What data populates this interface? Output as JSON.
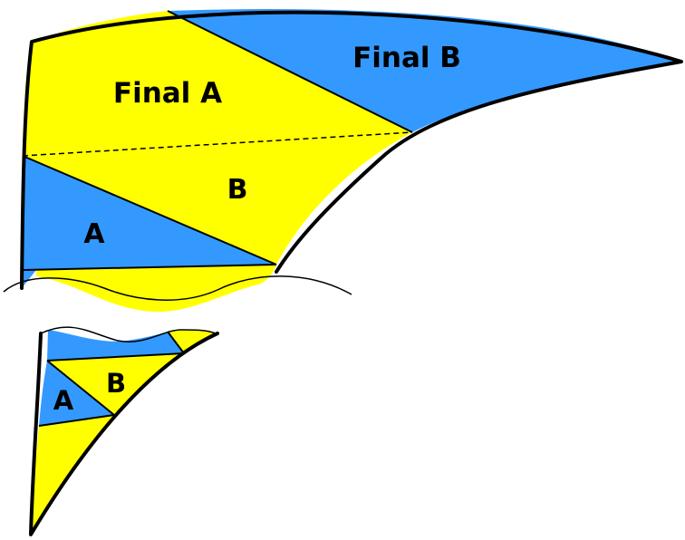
{
  "colors": {
    "yellow": "#FFFF00",
    "blue": "#3399FF",
    "outline": "#000000"
  },
  "upper_piece": {
    "labels": {
      "final_a": "Final A",
      "final_b": "Final B",
      "a": "A",
      "b": "B"
    }
  },
  "lower_piece": {
    "labels": {
      "a": "A",
      "b": "B"
    }
  }
}
